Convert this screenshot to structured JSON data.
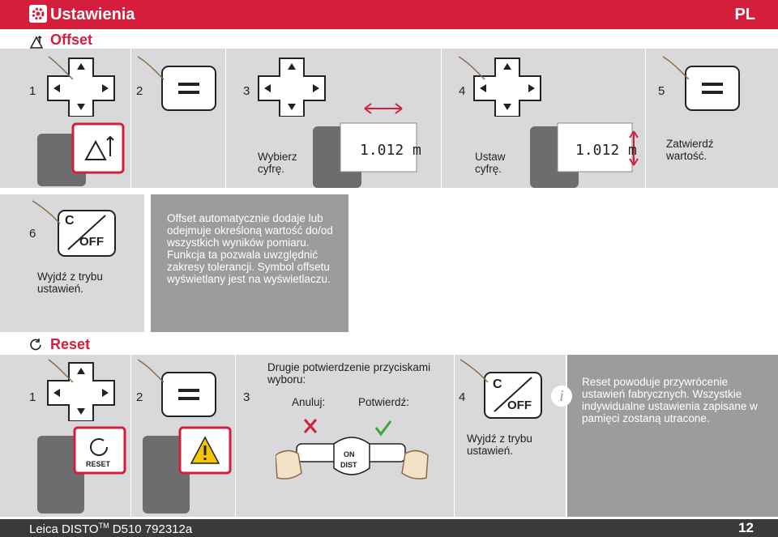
{
  "header": {
    "title": "Ustawienia",
    "lang": "PL"
  },
  "offset_section": {
    "title": "Offset",
    "steps": [
      {
        "n": "1",
        "caption": ""
      },
      {
        "n": "2",
        "caption": ""
      },
      {
        "n": "3",
        "caption": "Wybierz\ncyfrę."
      },
      {
        "n": "4",
        "caption": "Ustaw\ncyfrę."
      },
      {
        "n": "5",
        "caption": "Zatwierdź\nwartość."
      }
    ],
    "display_value_1": "1.012 m",
    "display_value_2": "1.012 m",
    "step6": {
      "n": "6",
      "caption": "Wyjdź z trybu\nustawień."
    },
    "info": "Offset automatycznie dodaje lub odejmuje określoną wartość do/od wszystkich wyników pomiaru. Funkcja ta pozwala uwzględnić zakresy tolerancji. Symbol offsetu wyświetlany jest na wyświetlaczu."
  },
  "reset_section": {
    "title": "Reset",
    "steps": [
      {
        "n": "1"
      },
      {
        "n": "2"
      },
      {
        "n": "3",
        "caption": "Drugie potwierdzenie przyciskami wyboru:"
      },
      {
        "n": "4",
        "caption": "Wyjdź z trybu\nustawień."
      }
    ],
    "cancel_label": "Anuluj:",
    "confirm_label": "Potwierdź:",
    "reset_label": "RESET",
    "on_label": "ON",
    "dist_label": "DIST",
    "info": "Reset powoduje przywrócenie ustawień fabrycznych. Wszystkie indywidualne ustawienia zapisane w pamięci zostaną utracone."
  },
  "keys": {
    "c_label": "C",
    "off_label": "OFF"
  },
  "footer": {
    "model": "Leica DISTO",
    "tm": "TM",
    "model2": "D510 792312a",
    "page": "12"
  }
}
